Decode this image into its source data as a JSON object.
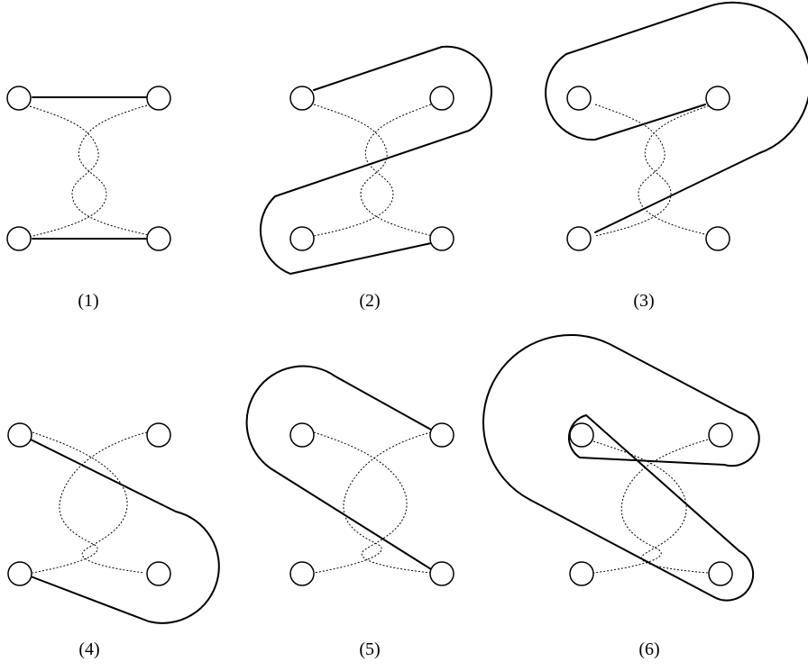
{
  "figure": {
    "panels": [
      {
        "label": "(1)"
      },
      {
        "label": "(2)"
      },
      {
        "label": "(3)"
      },
      {
        "label": "(4)"
      },
      {
        "label": "(5)"
      },
      {
        "label": "(6)"
      }
    ]
  }
}
